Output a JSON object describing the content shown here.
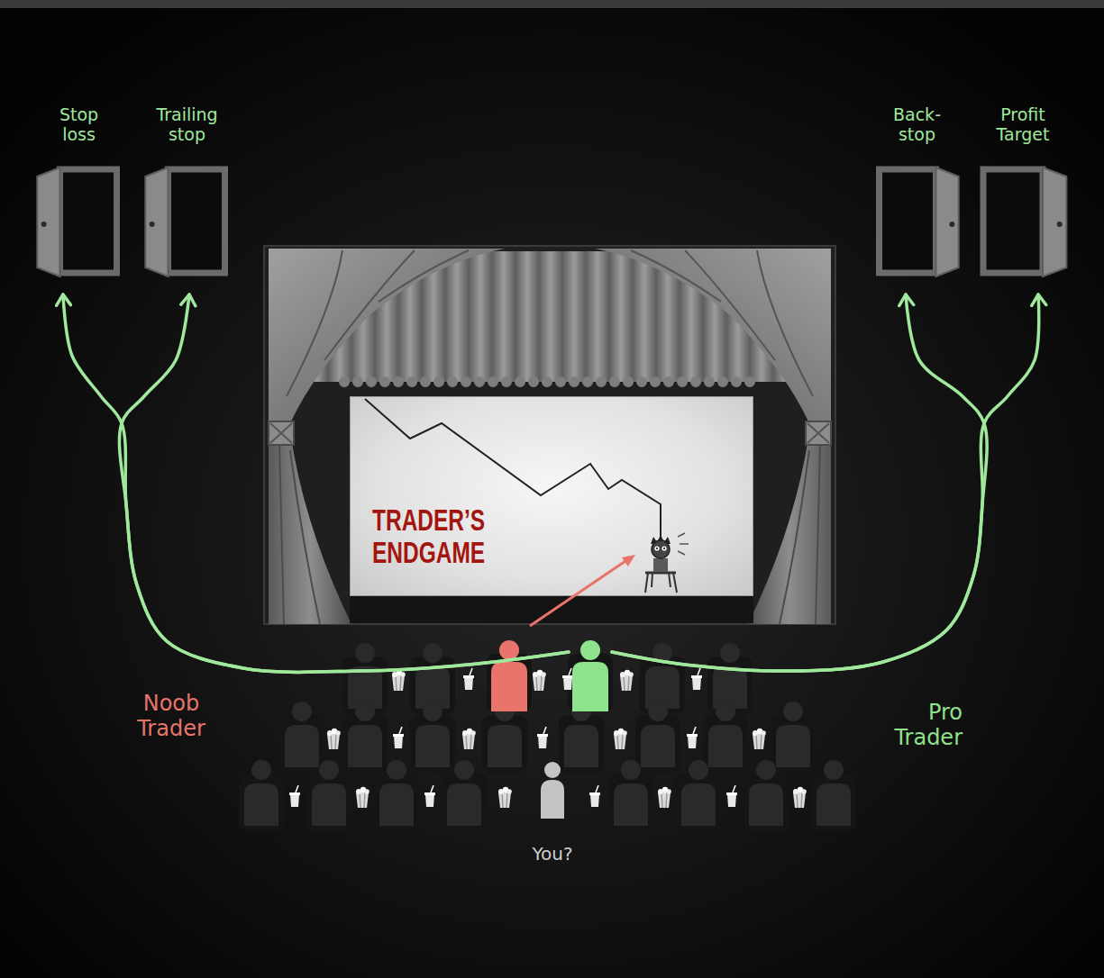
{
  "diagram": {
    "nodes": [
      {
        "text": [
          "Stop loss"
        ]
      },
      {
        "text": [
          "Trailing stop"
        ]
      },
      {
        "text": [
          "Back-stop"
        ]
      },
      {
        "text": [
          "Profit Target"
        ]
      },
      {
        "text": [
          "TRADER’S ENDGAME"
        ]
      },
      {
        "text": [
          "Noob Trader"
        ]
      },
      {
        "text": [
          "Pro Trader"
        ]
      },
      {
        "text": [
          "You?"
        ]
      }
    ],
    "edges": [
      {
        "from": 6,
        "to": 0,
        "arrow": "to"
      },
      {
        "from": 6,
        "to": 1,
        "arrow": "to"
      },
      {
        "from": 6,
        "to": 2,
        "arrow": "to"
      },
      {
        "from": 6,
        "to": 3,
        "arrow": "to"
      }
    ]
  }
}
